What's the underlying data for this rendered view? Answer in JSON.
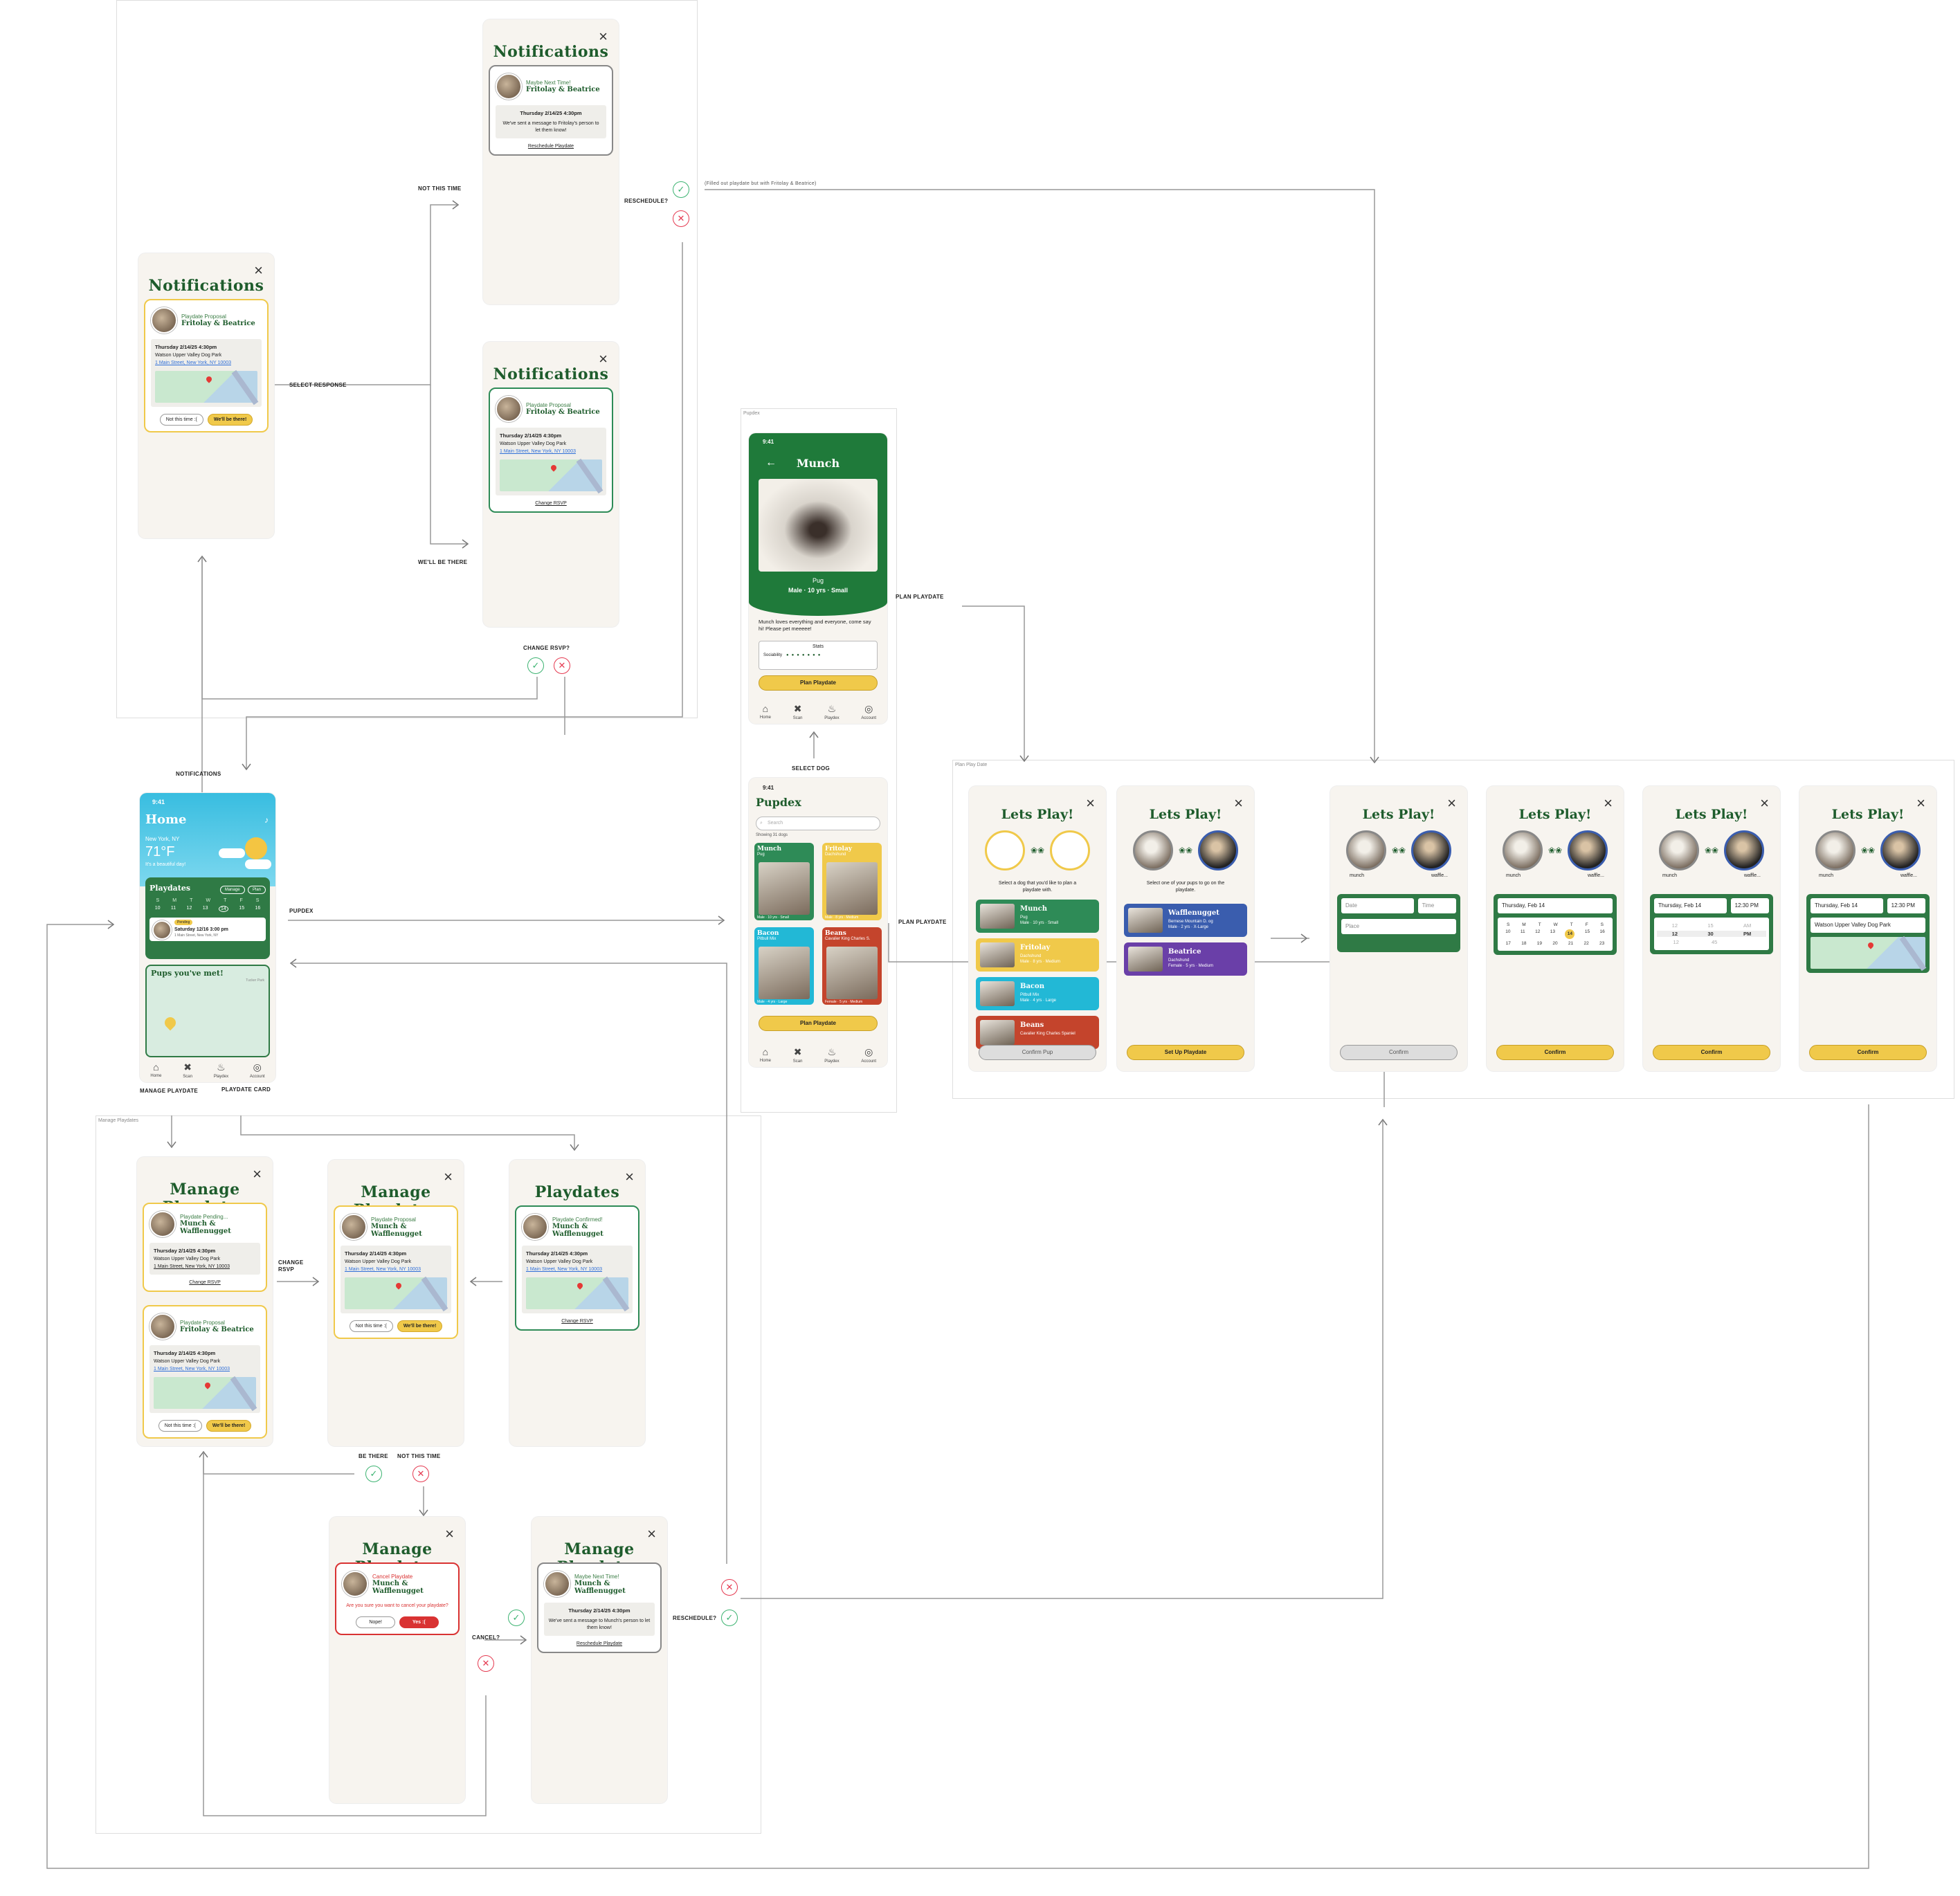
{
  "groups": {
    "manage": "Manage Playdates",
    "pupdex": "Pupdex",
    "plan": "Plan Play Date"
  },
  "labels": {
    "not_this_time": "NOT THIS TIME",
    "reschedule": "RESCHEDULE?",
    "reschedule_note": "(Filled out playdate but with Fritolay & Beatrice)",
    "select_response": "SELECT RESPONSE",
    "well_be_there": "WE'LL BE THERE",
    "change_rsvp": "CHANGE RSVP?",
    "notifications": "NOTIFICATIONS",
    "pupdex": "PUPDEX",
    "plan_playdate": "PLAN PLAYDATE",
    "plan_playdate_2": "PLAN PLAYDATE",
    "select_dog": "SELECT DOG",
    "manage_playdate": "MANAGE PLAYDATE",
    "playdate_card": "PLAYDATE CARD",
    "change_rsvp_arrow": "CHANGE RSVP",
    "be_there": "BE THERE",
    "not_this_time_2": "NOT THIS TIME",
    "cancel": "CANCEL?",
    "reschedule_2": "RESCHEDULE?"
  },
  "common": {
    "notifications_title": "Notifications",
    "manage_title": "Manage Playdates",
    "playdates_title": "Playdates",
    "lets_play": "Lets Play!",
    "date_line": "Thursday 2/14/25 4:30pm",
    "park": "Watson Upper Valley Dog Park",
    "address": "1 Main Street, New York, NY 10003",
    "not_this_time_btn": "Not this time :(",
    "well_be_there_btn": "We'll be there!",
    "change_rsvp_link": "Change RSVP",
    "reschedule_link": "Reschedule Playdate",
    "fritolay": "Fritolay & Beatrice",
    "munch_waffle": "Munch & Wafflenugget"
  },
  "notif_maybe": {
    "type": "Maybe Next Time!",
    "date": "Thursday 2/14/25 4:30pm",
    "msg": "We've sent a message to Fritolay's person to let them know!"
  },
  "notif_proposal": {
    "type": "Playdate Proposal"
  },
  "notif_rsvp": {
    "type": "Playdate Proposal"
  },
  "home": {
    "time": "9:41",
    "title": "Home",
    "city": "New York, NY",
    "temp": "71°F",
    "tag": "It's a beautiful day!",
    "playdates": "Playdates",
    "manage_btn": "Manage",
    "plan_btn": "Plan",
    "days": [
      "S",
      "M",
      "T",
      "W",
      "T",
      "F",
      "S"
    ],
    "dates": [
      "10",
      "11",
      "12",
      "13",
      "14",
      "15",
      "16"
    ],
    "upcoming_badge": "Pending",
    "upcoming": "Saturday 12/16  3:00 pm",
    "upcoming_sub": "1 Main Street, New York, NY",
    "pups_met": "Pups you've met!",
    "pups_sub": "Tucker Park",
    "nav": [
      "Home",
      "Scan",
      "Playdex",
      "Account"
    ]
  },
  "munch": {
    "time": "9:41",
    "name": "Munch",
    "breed": "Pug",
    "stats_line": "Male  ·  10 yrs  ·  Small",
    "bio": "Munch loves everything and everyone, come say hi! Please pet meeeee!",
    "stats": "Stats",
    "sociability": "Sociability",
    "plan_btn": "Plan Playdate"
  },
  "pupdex": {
    "time": "9:41",
    "title": "Pupdex",
    "search": "Search",
    "showing": "Showing 31 dogs",
    "tiles": [
      {
        "name": "Munch",
        "breed": "Pug",
        "foot": "Male · 10 yrs · Small",
        "color": "#2e8b57"
      },
      {
        "name": "Fritolay",
        "breed": "Dachshund",
        "foot": "Male · 8 yrs · Medium",
        "color": "#f0c94a"
      },
      {
        "name": "Bacon",
        "breed": "Pitbull Mix",
        "foot": "Male · 4 yrs · Large",
        "color": "#22b8d6"
      },
      {
        "name": "Beans",
        "breed": "Cavalier King Charles S.",
        "foot": "Female · 5 yrs · Medium",
        "color": "#c4442c"
      }
    ],
    "plan_btn": "Plan Playdate"
  },
  "plan1": {
    "prompt": "Select a dog that you'd like to plan a playdate with.",
    "items": [
      {
        "name": "Munch",
        "sub": "Pug",
        "foot": "Male · 10 yrs · Small",
        "color": "#2e8b57"
      },
      {
        "name": "Fritolay",
        "sub": "Dachshund",
        "foot": "Male · 8 yrs · Medium",
        "color": "#f0c94a"
      },
      {
        "name": "Bacon",
        "sub": "Pitbull Mix",
        "foot": "Male · 4 yrs · Large",
        "color": "#22b8d6"
      },
      {
        "name": "Beans",
        "sub": "Cavalier King Charles Spaniel",
        "foot": "",
        "color": "#c4442c"
      }
    ],
    "btn": "Confirm Pup"
  },
  "plan2": {
    "prompt": "Select one of your pups to go on the playdate.",
    "items": [
      {
        "name": "Wafflenugget",
        "sub": "Bernese Mountain D. og",
        "foot": "Male · 2 yrs · X-Large",
        "color": "#3a5dae"
      },
      {
        "name": "Beatrice",
        "sub": "Dachshund",
        "foot": "Female · 5 yrs · Medium",
        "color": "#6a3fa8"
      }
    ],
    "btn": "Set Up Playdate"
  },
  "plan3": {
    "pup1": "munch",
    "pup2": "waffle...",
    "date_ph": "Date",
    "time_ph": "Time",
    "place_ph": "Place",
    "btn": "Confirm"
  },
  "plan4": {
    "pup1": "munch",
    "pup2": "waffle...",
    "date": "Thursday, Feb 14",
    "days": [
      "S",
      "M",
      "T",
      "W",
      "T",
      "F",
      "S"
    ],
    "row1": [
      "10",
      "11",
      "12",
      "13",
      "14",
      "15",
      "16"
    ],
    "row2": [
      "17",
      "18",
      "19",
      "20",
      "21",
      "22",
      "23"
    ],
    "btn": "Confirm"
  },
  "plan5": {
    "pup1": "munch",
    "pup2": "waffle...",
    "date": "Thursday, Feb 14",
    "time": "12:30 PM",
    "r1": [
      "12",
      "15",
      "AM"
    ],
    "r2": [
      "12",
      "30",
      "PM"
    ],
    "r3": [
      "12",
      "45",
      ""
    ],
    "btn": "Confirm"
  },
  "plan6": {
    "pup1": "munch",
    "pup2": "waffle...",
    "date": "Thursday, Feb 14",
    "time": "12:30 PM",
    "place": "Watson Upper Valley Dog Park",
    "btn": "Confirm"
  },
  "m_list": {
    "c1_type": "Playdate Pending...",
    "c1_date": "Thursday 2/14/25 4:30pm",
    "c2_type": "Playdate Proposal"
  },
  "m_proposal": {
    "type": "Playdate Proposal"
  },
  "m_confirmed": {
    "type": "Playdate Confirmed!"
  },
  "m_cancel": {
    "type": "Cancel Playdate",
    "q": "Are you sure you want to cancel your playdate?",
    "no": "Nope!",
    "yes": "Yes :("
  },
  "m_maybe": {
    "type": "Maybe Next Time!",
    "date": "Thursday 2/14/25 4:30pm",
    "msg": "We've sent a message to Munch's person to let them know!"
  }
}
